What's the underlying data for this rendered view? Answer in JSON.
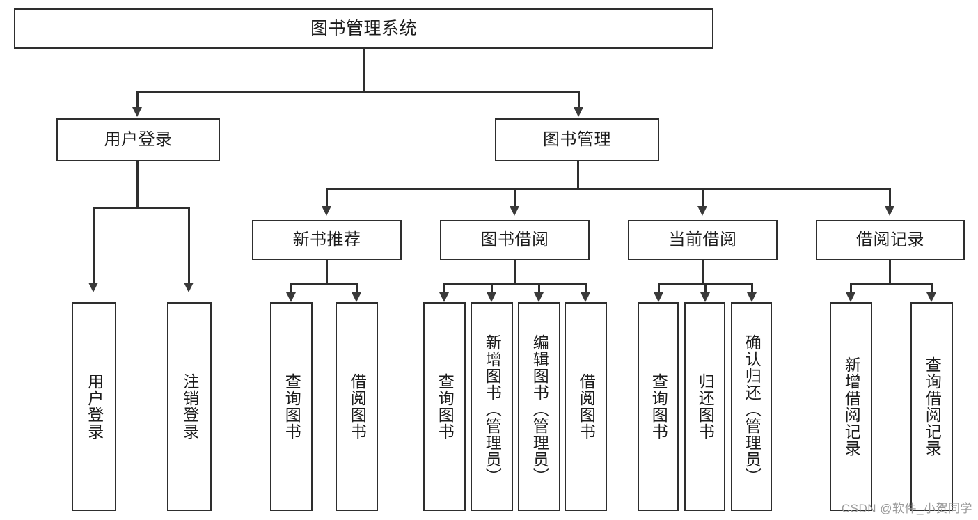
{
  "diagram": {
    "title": "图书管理系统",
    "watermark": "CSDN @软件_小贺同学",
    "colors": {
      "box_border": "#2e2e2e",
      "connector": "#2e2e2e",
      "background": "#ffffff",
      "text": "#1c1c1c",
      "watermark": "#9a9a9a"
    },
    "levels": {
      "level1": [
        "图书管理系统"
      ],
      "level2": [
        "用户登录",
        "图书管理"
      ],
      "level3": [
        "新书推荐",
        "图书借阅",
        "当前借阅",
        "借阅记录"
      ],
      "level4": [
        "用户登录",
        "注销登录",
        "查询图书",
        "借阅图书",
        "查询图书",
        "新增图书（管理员）",
        "编辑图书（管理员）",
        "借阅图书",
        "查询图书",
        "归还图书",
        "确认归还（管理员）",
        "新增借阅记录",
        "查询借阅记录"
      ]
    },
    "nodes": {
      "root": "图书管理系统",
      "user_login": "用户登录",
      "book_mgmt": "图书管理",
      "new_book_rec": "新书推荐",
      "book_borrow": "图书借阅",
      "current_borrow": "当前借阅",
      "borrow_record": "借阅记录",
      "leaf_user_login": "用户登录",
      "leaf_logout": "注销登录",
      "leaf_query_book_a": "查询图书",
      "leaf_borrow_book_a": "借阅图书",
      "leaf_query_book_b": "查询图书",
      "leaf_add_book": "新增图书（管理员）",
      "leaf_edit_book": "编辑图书（管理员）",
      "leaf_borrow_book_b": "借阅图书",
      "leaf_query_book_c": "查询图书",
      "leaf_return_book": "归还图书",
      "leaf_confirm_return": "确认归还（管理员）",
      "leaf_add_record": "新增借阅记录",
      "leaf_query_record": "查询借阅记录"
    }
  }
}
